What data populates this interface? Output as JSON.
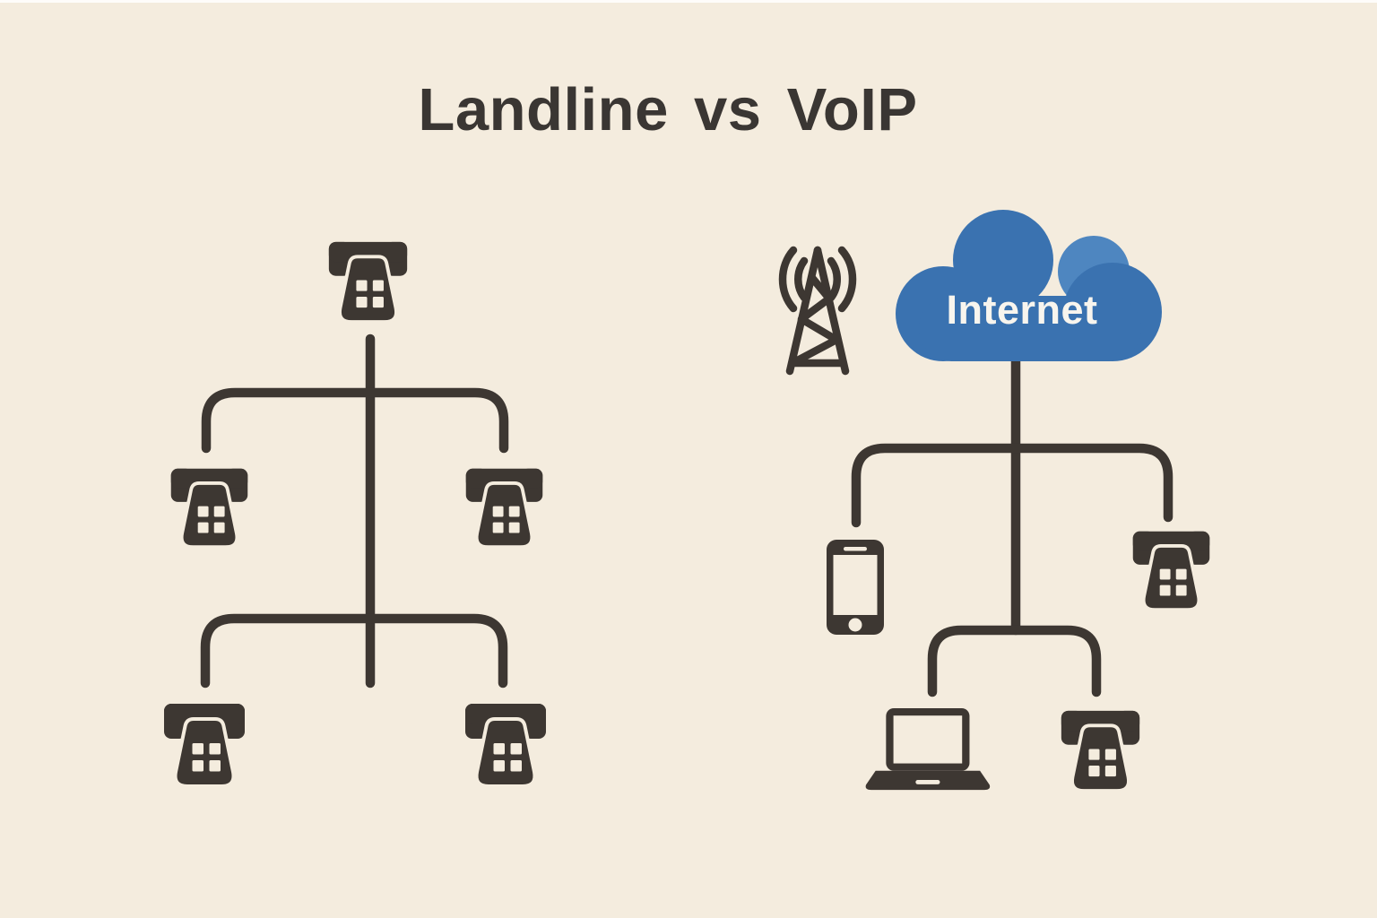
{
  "title": "Landline vs VoIP",
  "colors": {
    "background": "#f4ecde",
    "ink": "#3d3732",
    "cloud_blue": "#3a72b0",
    "cloud_blue_highlight": "#4e86c0",
    "cloud_label_color": "#f8f5ee"
  },
  "landline_network": {
    "side": "left",
    "hub_icon": "desk-phone",
    "extension_icons": [
      "desk-phone",
      "desk-phone",
      "desk-phone",
      "desk-phone"
    ]
  },
  "voip_network": {
    "side": "right",
    "tower_icon": "radio-tower",
    "hub_label": "Internet",
    "device_icons": [
      "smartphone",
      "desk-phone",
      "laptop",
      "desk-phone"
    ]
  }
}
